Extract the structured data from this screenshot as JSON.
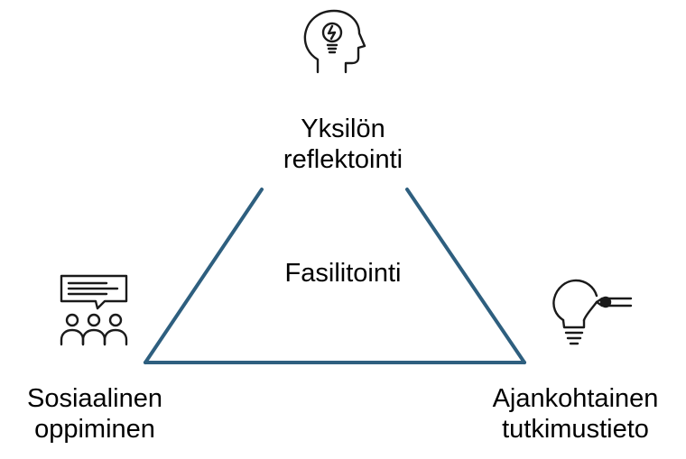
{
  "nodes": {
    "top": {
      "line1": "Yksilön",
      "line2": "reflektointi",
      "icon": "head-lightbulb-icon"
    },
    "left": {
      "line1": "Sosiaalinen",
      "line2": "oppiminen",
      "icon": "group-discussion-icon"
    },
    "right": {
      "line1": "Ajankohtainen",
      "line2": "tutkimustieto",
      "icon": "lightbulb-writing-icon"
    }
  },
  "center_label": "Fasilitointi",
  "colors": {
    "triangle": "#2e5f7f",
    "text": "#000000",
    "icons": "#1a1a1a"
  }
}
